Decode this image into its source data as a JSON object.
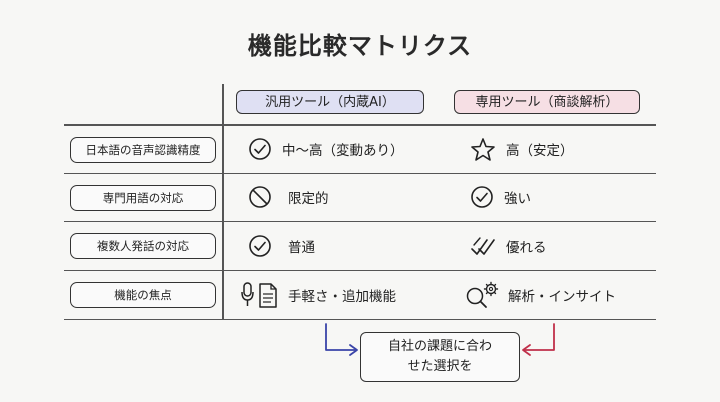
{
  "title": "機能比較マトリクス",
  "columns": [
    {
      "label": "汎用ツール（内蔵AI）",
      "color": "#dfe0f3"
    },
    {
      "label": "専用ツール（商談解析）",
      "color": "#f6dfe4"
    }
  ],
  "rows": [
    {
      "label": "日本語の音声認識精度",
      "general": {
        "icon": "check-circle-icon",
        "text": "中〜高（変動あり）"
      },
      "special": {
        "icon": "star-icon",
        "text": "高（安定）"
      }
    },
    {
      "label": "専門用語の対応",
      "general": {
        "icon": "prohibited-icon",
        "text": "限定的"
      },
      "special": {
        "icon": "check-circle-icon",
        "text": "強い"
      }
    },
    {
      "label": "複数人発話の対応",
      "general": {
        "icon": "check-circle-icon",
        "text": "普通"
      },
      "special": {
        "icon": "double-check-icon",
        "text": "優れる"
      }
    },
    {
      "label": "機能の焦点",
      "general": {
        "icon": "mic-document-icon",
        "text": "手軽さ・追加機能"
      },
      "special": {
        "icon": "search-gear-icon",
        "text": "解析・インサイト"
      }
    }
  ],
  "conclusion": {
    "line1": "自社の課題に合わ",
    "line2": "せた選択を"
  },
  "arrow_colors": {
    "left": "#3a44a8",
    "right": "#c0304a"
  }
}
